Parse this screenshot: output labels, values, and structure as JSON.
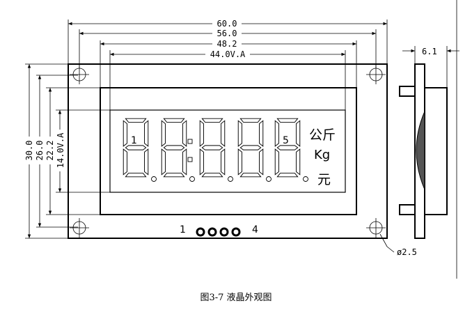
{
  "dimensions": {
    "width_60": "60.0",
    "width_56": "56.0",
    "width_48": "48.2",
    "width_44": "44.0V.A",
    "height_30": "30.0",
    "height_26": "26.0",
    "height_22": "22.2",
    "height_14": "14.0V.A",
    "depth": "6.1",
    "hole": "ø2.5"
  },
  "display": {
    "digit_first": "1",
    "digit_last": "5",
    "unit_gongjin": "公斤",
    "unit_kg": "Kg",
    "unit_yuan": "元"
  },
  "pins": {
    "first": "1",
    "last": "4"
  },
  "caption": "图3-7  液晶外观图"
}
